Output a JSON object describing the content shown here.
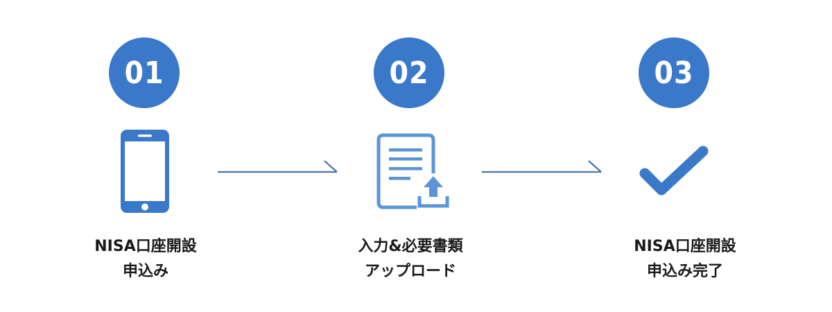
{
  "colors": {
    "accent": "#3a78c9",
    "icon_light": "#5b95d6",
    "arrow": "#4a74a8",
    "text": "#1a1a1a",
    "background": "#ffffff"
  },
  "steps": [
    {
      "number": "01",
      "icon": "smartphone-icon",
      "label_line1": "NISA口座開設",
      "label_line2": "申込み"
    },
    {
      "number": "02",
      "icon": "document-upload-icon",
      "label_line1": "入力&必要書類",
      "label_line2": "アップロード"
    },
    {
      "number": "03",
      "icon": "checkmark-icon",
      "label_line1": "NISA口座開設",
      "label_line2": "申込み完了"
    }
  ],
  "connectors": [
    {
      "icon": "arrow-right-icon"
    },
    {
      "icon": "arrow-right-icon"
    }
  ]
}
